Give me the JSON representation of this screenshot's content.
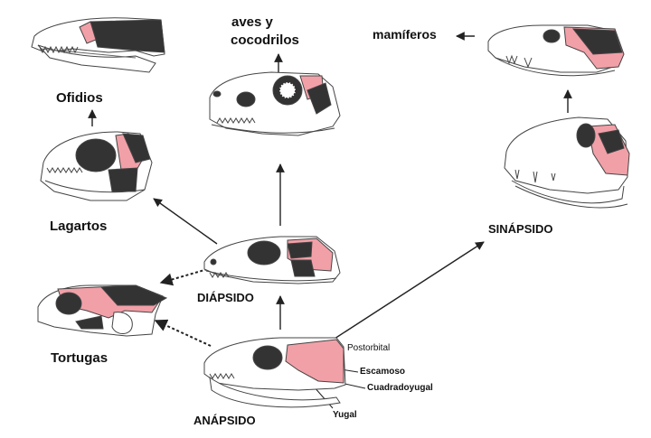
{
  "labels": {
    "ofidios": "Ofidios",
    "lagartos": "Lagartos",
    "tortugas": "Tortugas",
    "aves_cocodrilos_1": "aves y",
    "aves_cocodrilos_2": "cocodrilos",
    "diapsido": "DIÁPSIDO",
    "anapsido": "ANÁPSIDO",
    "sinapsido": "SINÁPSIDO",
    "mamiferos": "mamíferos"
  },
  "bones": {
    "postorbital": "Postorbital",
    "escamoso": "Escamoso",
    "cuadradoyugal": "Cuadradoyugal",
    "yugal": "Yugal"
  },
  "colors": {
    "fenestra": "#333333",
    "highlight": "#f2a0a8",
    "outline": "#444444",
    "arrow": "#222222"
  }
}
